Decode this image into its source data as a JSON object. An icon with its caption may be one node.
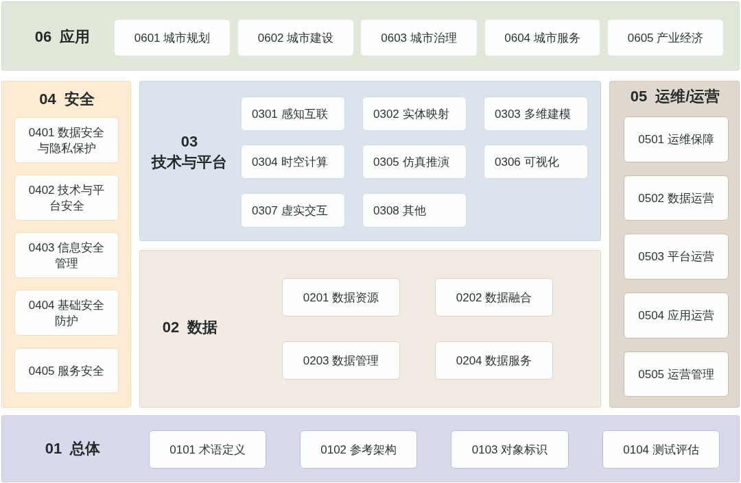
{
  "diagram": {
    "nodes": [
      {
        "text": [
          "06 应用"
        ]
      },
      {
        "text": [
          "0601 城市规划"
        ],
        "in": 0
      },
      {
        "text": [
          "0602 城市建设"
        ],
        "in": 0
      },
      {
        "text": [
          "0603 城市治理"
        ],
        "in": 0
      },
      {
        "text": [
          "0604 城市服务"
        ],
        "in": 0
      },
      {
        "text": [
          "0605 产业经济"
        ],
        "in": 0
      },
      {
        "text": [
          "04 安全"
        ]
      },
      {
        "text": [
          "0401 数据安全与隐私保护"
        ],
        "in": 6
      },
      {
        "text": [
          "0402 技术与平台安全"
        ],
        "in": 6
      },
      {
        "text": [
          "0403 信息安全管理"
        ],
        "in": 6
      },
      {
        "text": [
          "0404 基础安全防护"
        ],
        "in": 6
      },
      {
        "text": [
          "0405 服务安全"
        ],
        "in": 6
      },
      {
        "text": [
          "03 技术与平台"
        ]
      },
      {
        "text": [
          "0301 感知互联"
        ],
        "in": 12
      },
      {
        "text": [
          "0302 实体映射"
        ],
        "in": 12
      },
      {
        "text": [
          "0303 多维建模"
        ],
        "in": 12
      },
      {
        "text": [
          "0304 时空计算"
        ],
        "in": 12
      },
      {
        "text": [
          "0305 仿真推演"
        ],
        "in": 12
      },
      {
        "text": [
          "0306 可视化"
        ],
        "in": 12
      },
      {
        "text": [
          "0307 虚实交互"
        ],
        "in": 12
      },
      {
        "text": [
          "0308 其他"
        ],
        "in": 12
      },
      {
        "text": [
          "05 运维/运营"
        ]
      },
      {
        "text": [
          "0501 运维保障"
        ],
        "in": 21
      },
      {
        "text": [
          "0502 数据运营"
        ],
        "in": 21
      },
      {
        "text": [
          "0503 平台运营"
        ],
        "in": 21
      },
      {
        "text": [
          "0504 应用运营"
        ],
        "in": 21
      },
      {
        "text": [
          "0505 运营管理"
        ],
        "in": 21
      },
      {
        "text": [
          "02 数据"
        ]
      },
      {
        "text": [
          "0201 数据资源"
        ],
        "in": 27
      },
      {
        "text": [
          "0202 数据融合"
        ],
        "in": 27
      },
      {
        "text": [
          "0203 数据管理"
        ],
        "in": 27
      },
      {
        "text": [
          "0204 数据服务"
        ],
        "in": 27
      },
      {
        "text": [
          "01 总体"
        ]
      },
      {
        "text": [
          "0101 术语定义"
        ],
        "in": 32
      },
      {
        "text": [
          "0102 参考架构"
        ],
        "in": 32
      },
      {
        "text": [
          "0103 对象标识"
        ],
        "in": 32
      },
      {
        "text": [
          "0104 测试评估"
        ],
        "in": 32
      }
    ]
  }
}
